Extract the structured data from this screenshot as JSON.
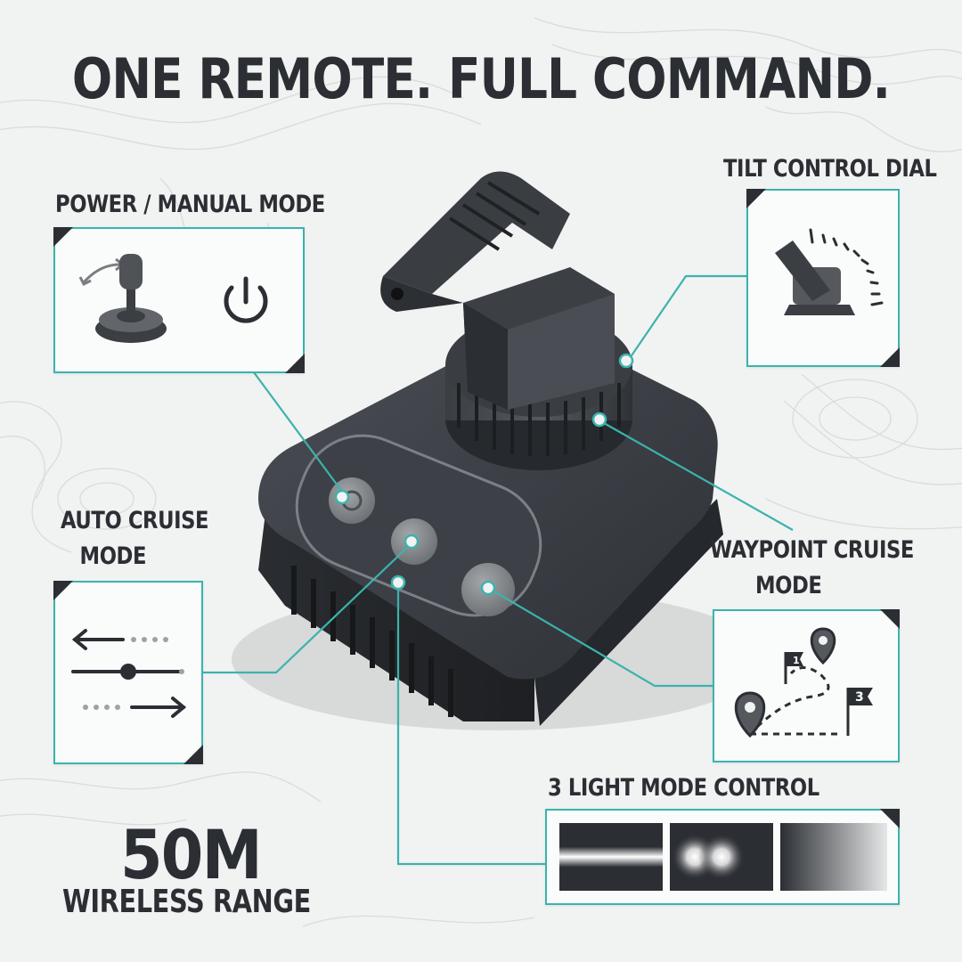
{
  "headline": "ONE REMOTE. FULL COMMAND.",
  "colors": {
    "accent": "#3bb3ad",
    "dark": "#2b2e33",
    "background": "#f1f2f2"
  },
  "features": {
    "power": {
      "label": "POWER / MANUAL MODE",
      "icons": [
        "joystick-icon",
        "power-icon"
      ]
    },
    "tilt": {
      "label": "TILT CONTROL DIAL",
      "icons": [
        "tilt-dial-icon"
      ]
    },
    "auto_cruise": {
      "label_line1": "AUTO CRUISE",
      "label_line2": "MODE",
      "icons": [
        "cruise-arrows-icon"
      ]
    },
    "waypoint": {
      "label_line1": "WAYPOINT CRUISE",
      "label_line2": "MODE",
      "icons": [
        "waypoint-route-icon"
      ],
      "flag_1": "1",
      "flag_3": "3"
    },
    "light": {
      "label": "3 LIGHT MODE CONTROL",
      "modes": [
        "flood-beam",
        "spot-lights",
        "gradient-fade"
      ]
    }
  },
  "range": {
    "value": "50M",
    "caption": "WIRELESS RANGE"
  }
}
